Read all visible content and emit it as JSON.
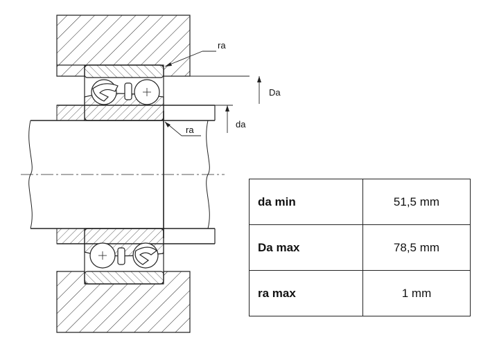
{
  "drawing": {
    "label_ra_top": "ra",
    "label_ra_bottom": "ra",
    "label_Da": "Da",
    "label_da": "da"
  },
  "table": {
    "rows": [
      {
        "key": "da min",
        "value": "51,5 mm"
      },
      {
        "key": "Da max",
        "value": "78,5 mm"
      },
      {
        "key": "ra max",
        "value": "1 mm"
      }
    ]
  }
}
